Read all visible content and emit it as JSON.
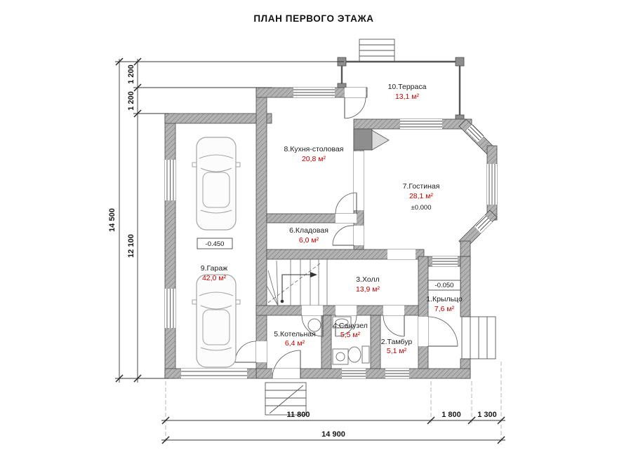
{
  "title": "ПЛАН ПЕРВОГО ЭТАЖА",
  "colors": {
    "area_text": "#c00000",
    "wall_fill": "#b3b3b3"
  },
  "rooms": [
    {
      "num_name": "1.Крыльцо",
      "area": "7,6 м²",
      "elevation": "-0.050"
    },
    {
      "num_name": "2.Тамбур",
      "area": "5,1 м²"
    },
    {
      "num_name": "3.Холл",
      "area": "13,9 м²"
    },
    {
      "num_name": "4.Санузел",
      "area": "5,5 м²"
    },
    {
      "num_name": "5.Котельная",
      "area": "6,4 м²"
    },
    {
      "num_name": "6.Кладовая",
      "area": "6,0 м²"
    },
    {
      "num_name": "7.Гостиная",
      "area": "28,1 м²",
      "elevation": "±0.000"
    },
    {
      "num_name": "8.Кухня-столовая",
      "area": "20,8 м²"
    },
    {
      "num_name": "9.Гараж",
      "area": "42,0 м²",
      "elevation": "-0.450"
    },
    {
      "num_name": "10.Терраса",
      "area": "13,1 м²"
    }
  ],
  "dimensions": {
    "overall_height": "14 500",
    "inner_height": "12 100",
    "top_offset_1": "1 200",
    "top_offset_2": "1 200",
    "bottom_main": "11 800",
    "bottom_porch": "1 800",
    "bottom_steps": "1 300",
    "overall_width": "14 900"
  }
}
